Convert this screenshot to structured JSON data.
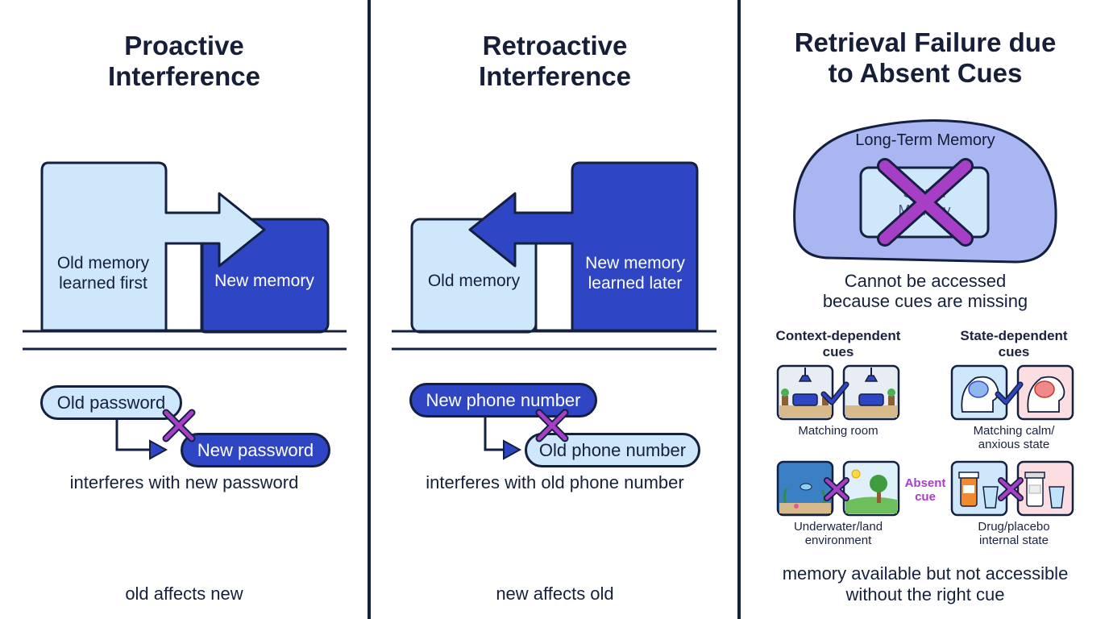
{
  "panels": [
    {
      "title_line1": "Proactive",
      "title_line2": "Interference",
      "block_old_line1": "Old memory",
      "block_old_line2": "learned first",
      "block_new": "New memory",
      "pill_top": "Old password",
      "pill_bottom": "New password",
      "caption": "interferes with new password",
      "summary": "old affects new"
    },
    {
      "title_line1": "Retroactive",
      "title_line2": "Interference",
      "block_old": "Old memory",
      "block_new_line1": "New memory",
      "block_new_line2": "learned later",
      "pill_top": "New phone number",
      "pill_bottom": "Old phone number",
      "caption": "interferes with old phone number",
      "summary": "new affects old"
    },
    {
      "title_line1": "Retrieval Failure due",
      "title_line2": "to Absent Cues",
      "ltm_label": "Long-Term Memory",
      "stored_line1": "Stored",
      "stored_line2": "Memory",
      "cannot_line1": "Cannot be accessed",
      "cannot_line2": "because cues are missing",
      "context_head_line1": "Context-dependent",
      "context_head_line2": "cues",
      "state_head_line1": "State-dependent",
      "state_head_line2": "cues",
      "matching_room": "Matching room",
      "matching_state_line1": "Matching calm/",
      "matching_state_line2": "anxious state",
      "absent_line1": "Absent",
      "absent_line2": "cue",
      "underwater_line1": "Underwater/land",
      "underwater_line2": "environment",
      "drug_line1": "Drug/placebo",
      "drug_line2": "internal state",
      "bottom_line1": "memory available but not accessible",
      "bottom_line2": "without the right cue"
    }
  ],
  "colors": {
    "dark_blue": "#2f46c4",
    "light_blue": "#cfe7fb",
    "outline": "#14203f",
    "cross": "#a63ec6",
    "ltm_fill": "#a9b6f2",
    "check": "#2f46c4"
  },
  "icons": [
    "cross-icon",
    "arrow-icon",
    "check-icon",
    "lamp-icon",
    "sofa-icon",
    "brain-icon",
    "fish-icon",
    "tree-icon",
    "sun-icon",
    "pill-bottle-icon",
    "glass-icon"
  ]
}
